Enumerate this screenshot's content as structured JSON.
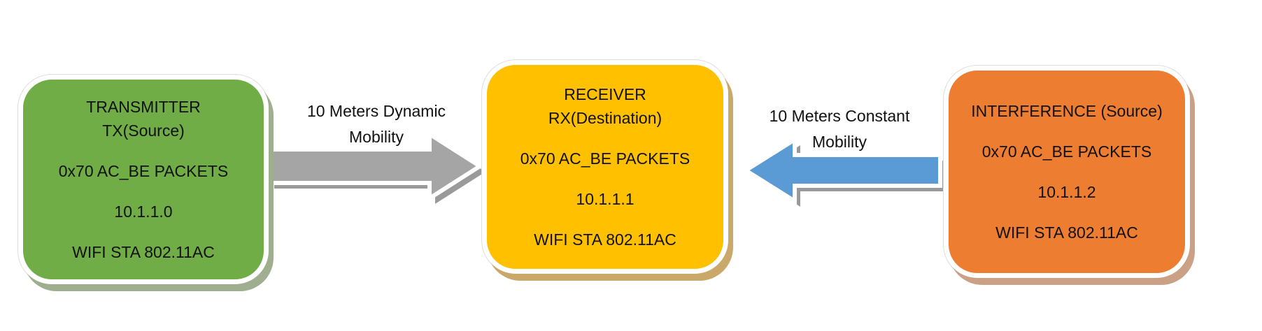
{
  "nodes": {
    "transmitter": {
      "title_line1": "TRANSMITTER",
      "title_line2": "TX(Source)",
      "packets": "0x70 AC_BE PACKETS",
      "ip": "10.1.1.0",
      "standard": "WIFI STA 802.11AC",
      "color": "#70ad47"
    },
    "receiver": {
      "title_line1": "RECEIVER",
      "title_line2": "RX(Destination)",
      "packets": "0x70 AC_BE PACKETS",
      "ip": "10.1.1.1",
      "standard": "WIFI STA 802.11AC",
      "color": "#ffc000"
    },
    "interference": {
      "title_line1": "INTERFERENCE (Source)",
      "packets": "0x70 AC_BE PACKETS",
      "ip": "10.1.1.2",
      "standard": "WIFI STA 802.11AC",
      "color": "#ed7d31"
    }
  },
  "edges": {
    "tx_to_rx": {
      "label_line1": "10 Meters Dynamic",
      "label_line2": "Mobility",
      "color": "#a5a5a5"
    },
    "if_to_rx": {
      "label_line1": "10 Meters Constant",
      "label_line2": "Mobility",
      "color": "#5b9bd5"
    }
  }
}
